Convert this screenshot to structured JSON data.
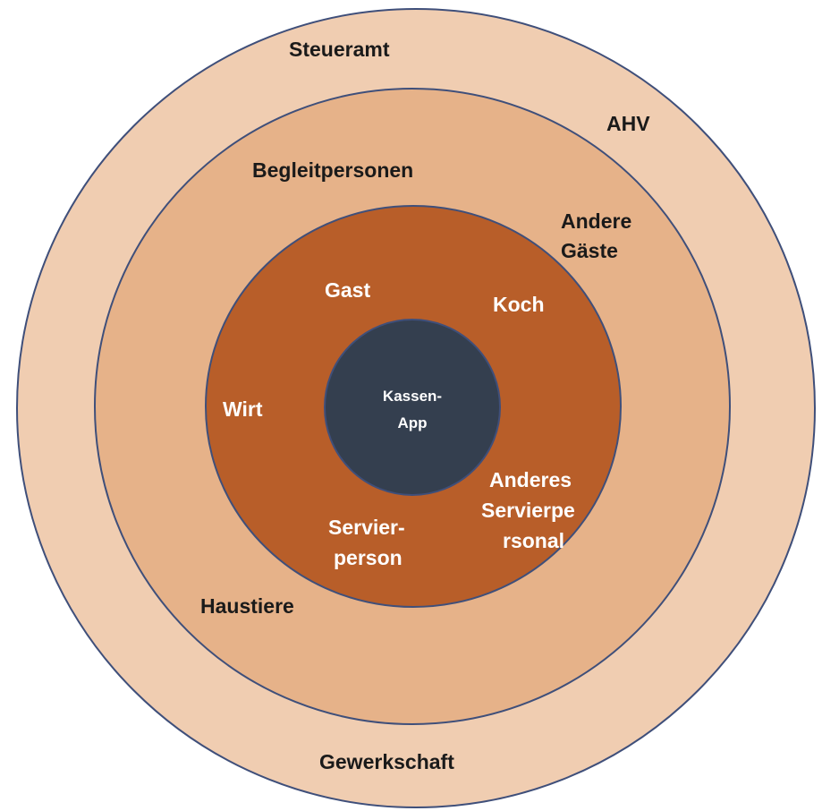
{
  "colors": {
    "ring_outer": "#f0cdb1",
    "ring_middle": "#e6b289",
    "ring_inner": "#b85e29",
    "core": "#343f4f",
    "stroke": "#3f4f7a"
  },
  "rings": {
    "outer": {
      "labels": {
        "steueramt": "Steueramt",
        "ahv": "AHV",
        "gewerkschaft": "Gewerkschaft"
      }
    },
    "middle": {
      "labels": {
        "begleitpersonen": "Begleitpersonen",
        "andere_gaeste_1": "Andere",
        "andere_gaeste_2": "Gäste",
        "haustiere": "Haustiere"
      }
    },
    "inner": {
      "labels": {
        "gast": "Gast",
        "koch": "Koch",
        "wirt": "Wirt",
        "servierperson_1": "Servier-",
        "servierperson_2": "person",
        "anderes_1": "Anderes",
        "anderes_2": "Servierpe",
        "anderes_3": "rsonal"
      }
    },
    "core": {
      "labels": {
        "line1": "Kassen-",
        "line2": "App"
      }
    }
  }
}
